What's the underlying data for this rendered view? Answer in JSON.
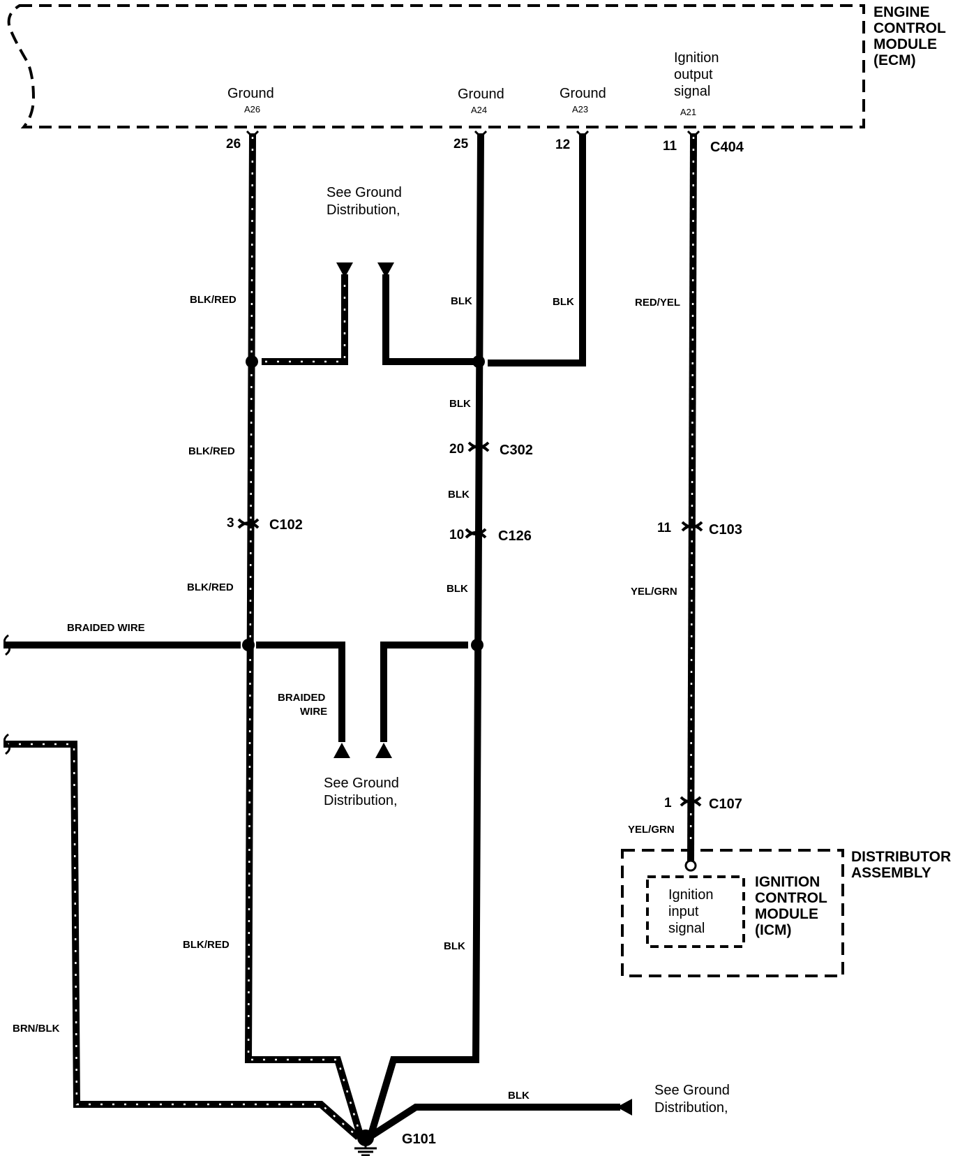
{
  "ecm": {
    "title_lines": [
      "ENGINE",
      "CONTROL",
      "MODULE",
      "(ECM)"
    ],
    "pins": [
      {
        "label": "Ground",
        "pin": "A26",
        "cavity": "26"
      },
      {
        "label": "Ground",
        "pin": "A24",
        "cavity": "25"
      },
      {
        "label": "Ground",
        "pin": "A23",
        "cavity": "12"
      },
      {
        "label_lines": [
          "Ignition",
          "output",
          "signal"
        ],
        "pin": "A21",
        "cavity": "11"
      }
    ],
    "connector": "C404"
  },
  "wires": {
    "blk_red": "BLK/RED",
    "blk": "BLK",
    "red_yel": "RED/YEL",
    "yel_grn": "YEL/GRN",
    "brn_blk": "BRN/BLK",
    "braided_wire": "BRAIDED WIRE",
    "braided_wire_lines": [
      "BRAIDED",
      "WIRE"
    ]
  },
  "connectors": {
    "c302": {
      "name": "C302",
      "cavity": "20"
    },
    "c102": {
      "name": "C102",
      "cavity": "3"
    },
    "c126": {
      "name": "C126",
      "cavity": "10"
    },
    "c103": {
      "name": "C103",
      "cavity": "11"
    },
    "c107": {
      "name": "C107",
      "cavity": "1"
    }
  },
  "ground_refs": {
    "top": [
      "See Ground",
      "Distribution,"
    ],
    "middle": [
      "See Ground",
      "Distribution,"
    ],
    "bottom": [
      "See Ground",
      "Distribution,"
    ]
  },
  "distributor": {
    "title_lines": [
      "DISTRIBUTOR",
      "ASSEMBLY"
    ],
    "icm_lines": [
      "IGNITION",
      "CONTROL",
      "MODULE",
      "(ICM)"
    ],
    "input_lines": [
      "Ignition",
      "input",
      "signal"
    ]
  },
  "ground_point": "G101"
}
